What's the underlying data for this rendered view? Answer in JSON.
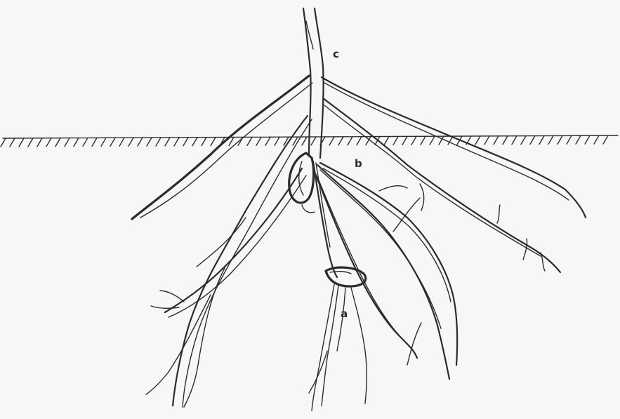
{
  "labels": {
    "a": "a",
    "b": "b",
    "c": "c"
  },
  "colors": {
    "ink": "#2b2b2b",
    "paper": "#f7f7f5"
  }
}
